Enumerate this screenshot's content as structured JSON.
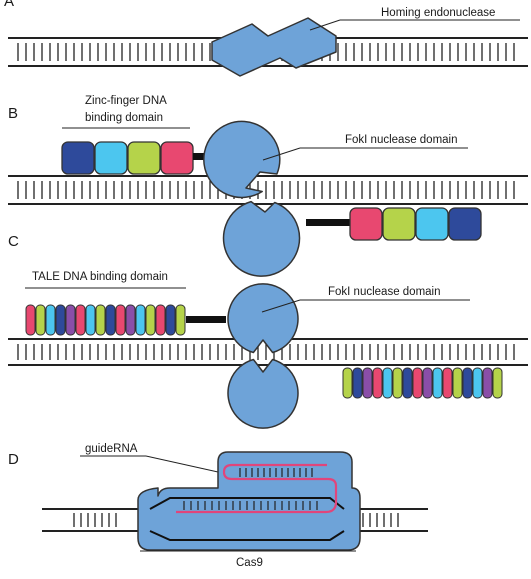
{
  "panels": [
    {
      "letter": "A",
      "labels": [
        "Homing endonuclease"
      ]
    },
    {
      "letter": "B",
      "labels": [
        "Zinc-finger DNA",
        "binding domain",
        "FokI nuclease domain"
      ]
    },
    {
      "letter": "C",
      "labels": [
        "TALE DNA binding domain",
        "FokI nuclease domain"
      ]
    },
    {
      "letter": "D",
      "labels": [
        "guideRNA",
        "Cas9"
      ]
    }
  ],
  "colors": {
    "protein": "#6ea3d8",
    "outline": "#333333",
    "rna": "#e0457b",
    "module_palette": [
      "#e84870",
      "#b5d34a",
      "#4cc6ef",
      "#2e4a9b",
      "#8a4ea8"
    ]
  },
  "icons": [
    "homing-endonuclease-shape",
    "zinc-finger-module",
    "fokI-domain-shape",
    "tale-repeat",
    "cas9-shape"
  ]
}
